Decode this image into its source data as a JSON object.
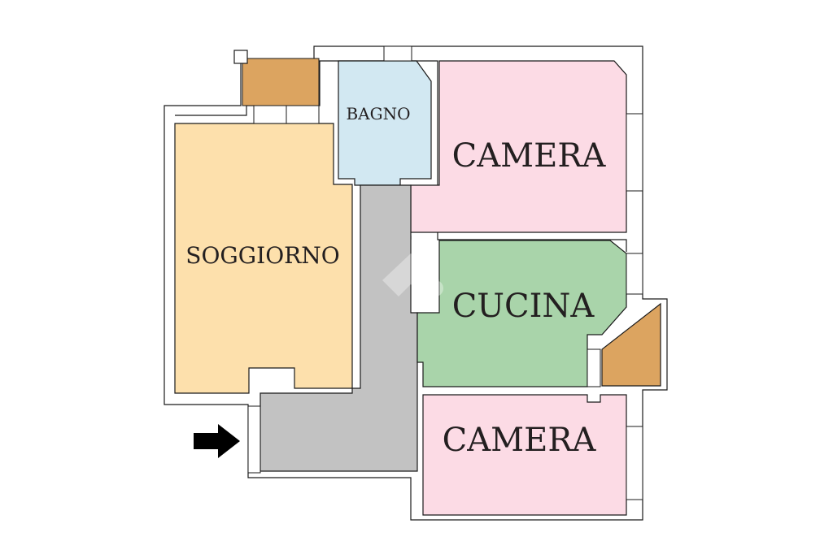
{
  "rooms": {
    "bagno": "BAGNO",
    "camera_top": "CAMERA",
    "soggiorno": "SOGGIORNO",
    "cucina": "CUCINA",
    "camera_bottom": "CAMERA"
  },
  "colors": {
    "soggiorno": "#fde0ac",
    "bagno": "#d2e8f2",
    "camera": "#fcdbe5",
    "cucina": "#a9d4aa",
    "corridor": "#c2c2c2",
    "balcony": "#dca460",
    "wall": "#ffffff",
    "line": "#1a1a1a"
  },
  "icons": {
    "entrance": "arrow-right-icon",
    "watermark": "logo-watermark"
  }
}
